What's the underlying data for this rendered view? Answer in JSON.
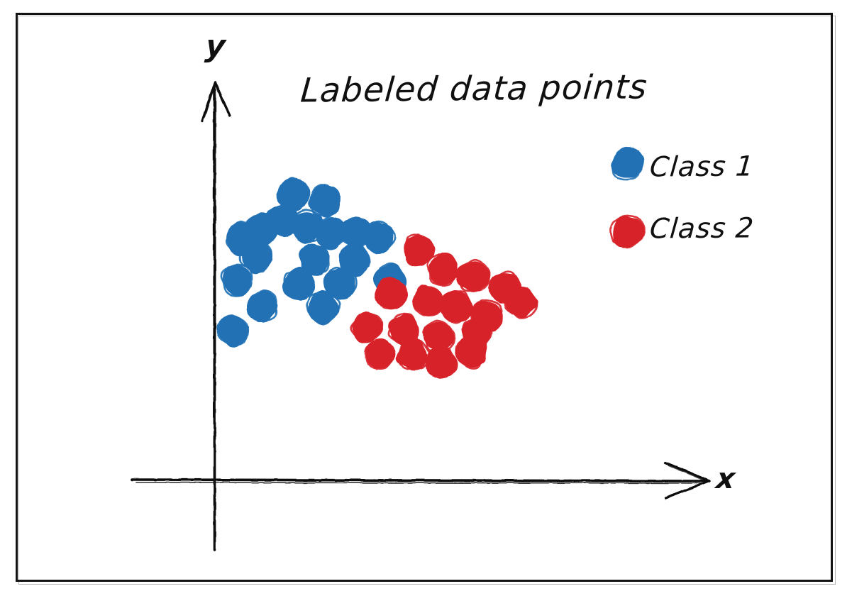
{
  "figure": {
    "title": "Labeled data points",
    "axis_x_label": "x",
    "axis_y_label": "y",
    "style": "hand-drawn sketch",
    "background_color": "#ffffff",
    "frame_color": "#131313",
    "axis_color": "#101010"
  },
  "legend": {
    "position": "top-right",
    "entries": [
      {
        "label": "Class 1",
        "color": "#2171B5",
        "marker": "filled-circle"
      },
      {
        "label": "Class 2",
        "color": "#D8232A",
        "marker": "filled-circle"
      }
    ]
  },
  "chart_data": {
    "type": "scatter",
    "title": "Labeled data points",
    "xlabel": "x",
    "ylabel": "y",
    "grid": false,
    "legend_position": "top-right",
    "xlim": [
      0,
      100
    ],
    "ylim": [
      0,
      100
    ],
    "axes_shown": [
      "x",
      "y"
    ],
    "axis_ticks": false,
    "series": [
      {
        "name": "Class 1",
        "color": "#2171B5",
        "count": 18,
        "points": [
          [
            15.9,
            72.4
          ],
          [
            22.3,
            70.8
          ],
          [
            9.4,
            63.5
          ],
          [
            13.8,
            65.9
          ],
          [
            18.9,
            64.3
          ],
          [
            23.6,
            62.6
          ],
          [
            28.6,
            62.9
          ],
          [
            5.6,
            61.1
          ],
          [
            33.3,
            61.5
          ],
          [
            8.5,
            56.5
          ],
          [
            20.3,
            56.0
          ],
          [
            28.2,
            55.7
          ],
          [
            4.6,
            50.7
          ],
          [
            17.1,
            49.8
          ],
          [
            25.5,
            50.0
          ],
          [
            35.5,
            50.8
          ],
          [
            9.8,
            44.2
          ],
          [
            22.0,
            43.6
          ],
          [
            3.9,
            37.8
          ]
        ]
      },
      {
        "name": "Class 2",
        "color": "#D8232A",
        "count": 18,
        "points": [
          [
            41.2,
            58.2
          ],
          [
            46.2,
            53.4
          ],
          [
            52.3,
            51.6
          ],
          [
            58.8,
            49.0
          ],
          [
            35.7,
            47.2
          ],
          [
            43.2,
            45.5
          ],
          [
            48.9,
            44.0
          ],
          [
            55.1,
            41.6
          ],
          [
            61.9,
            45.0
          ],
          [
            30.9,
            38.8
          ],
          [
            38.5,
            38.0
          ],
          [
            45.3,
            36.4
          ],
          [
            53.0,
            37.4
          ],
          [
            33.4,
            32.2
          ],
          [
            40.1,
            31.7
          ],
          [
            46.0,
            29.8
          ],
          [
            52.0,
            32.5
          ]
        ]
      }
    ]
  }
}
